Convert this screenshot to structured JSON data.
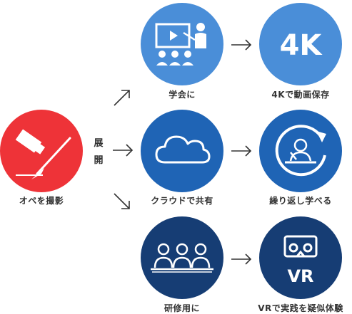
{
  "source": {
    "label": "オペを撮影",
    "color": "#ee3338"
  },
  "branch_label": {
    "chars": [
      "展",
      "開"
    ]
  },
  "rows": [
    {
      "method": {
        "label": "学会に",
        "color": "#4a8ed8"
      },
      "outcome": {
        "label": "4Kで動画保存",
        "color": "#4a8ed8",
        "badge": "4K"
      }
    },
    {
      "method": {
        "label": "クラウドで共有",
        "color": "#1f64b5"
      },
      "outcome": {
        "label": "繰り返し学べる",
        "color": "#1f64b5"
      }
    },
    {
      "method": {
        "label": "研修用に",
        "color": "#163d74"
      },
      "outcome": {
        "label": "VRで実践を疑似体験",
        "color": "#163d74",
        "badge": "VR"
      }
    }
  ]
}
